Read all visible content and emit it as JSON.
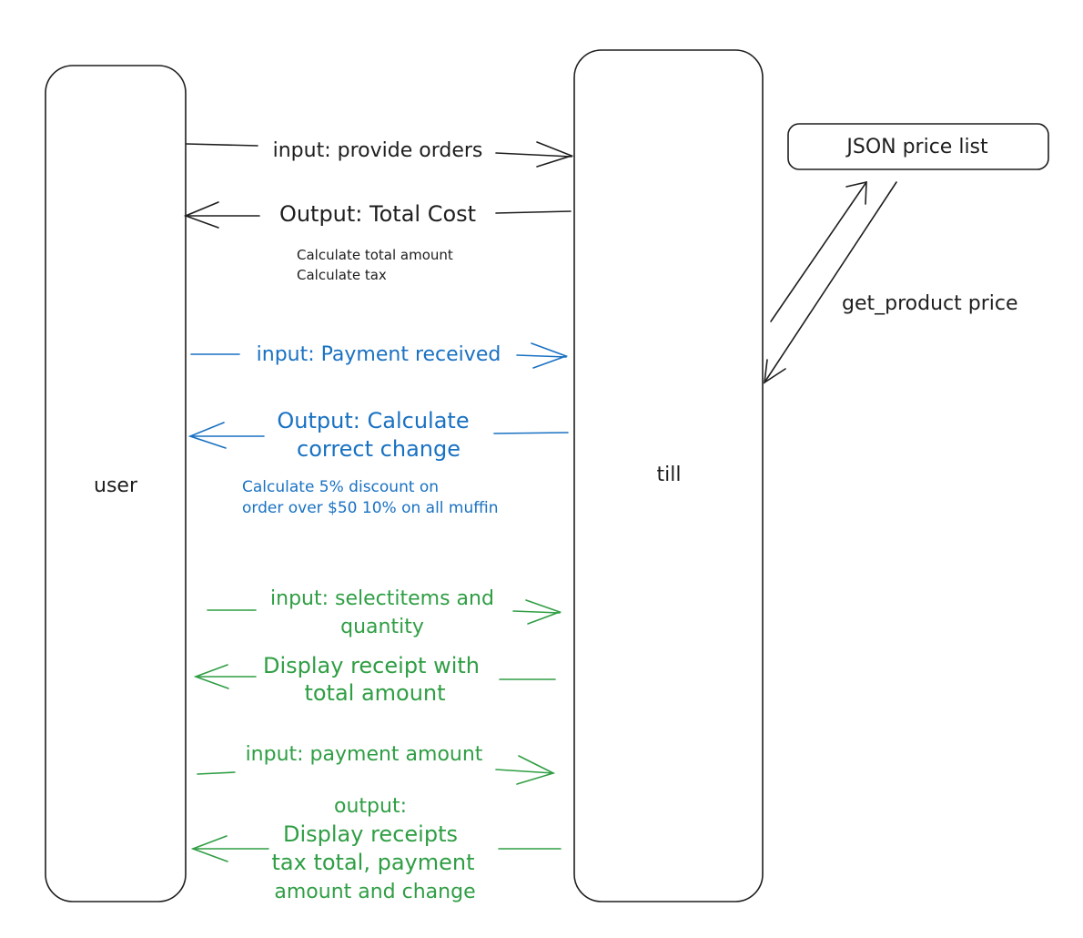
{
  "nodes": {
    "user": "user",
    "till": "till",
    "price_list": "JSON price list"
  },
  "messages": {
    "provide_orders": "input: provide orders",
    "total_cost": "Output: Total Cost",
    "calc_note_1": "Calculate total amount",
    "calc_note_2": "Calculate tax",
    "payment_received": "input: Payment received",
    "correct_change_1": "Output: Calculate",
    "correct_change_2": "correct change",
    "discount_note_1": "Calculate 5% discount on",
    "discount_note_2": "order over $50 10% on all muffin",
    "select_items_1": "input: selectitems and",
    "select_items_2": "quantity",
    "display_receipt_1": "Display receipt with",
    "display_receipt_2": "total amount",
    "payment_amount": "input: payment amount",
    "final_output_1": "output:",
    "final_output_2": "Display receipts",
    "final_output_3": "tax total, payment",
    "final_output_4": "amount and change",
    "get_product_price": "get_product price"
  },
  "colors": {
    "black": "#1e1e1e",
    "blue": "#1971c2",
    "green": "#2f9e44"
  }
}
